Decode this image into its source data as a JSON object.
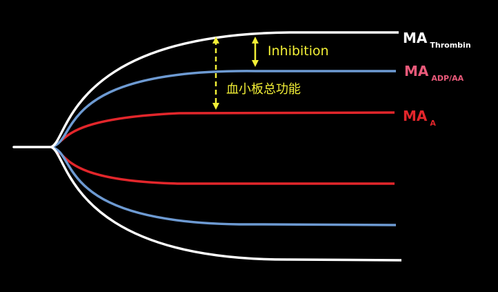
{
  "labels": {
    "thrombin": {
      "main": "MA",
      "sub": "Thrombin"
    },
    "adp_aa": {
      "main": "MA",
      "sub": "ADP/AA"
    },
    "a": {
      "main": "MA",
      "sub": "A"
    }
  },
  "annotations": {
    "inhibition": "Inhibition",
    "total_platelet_function": "血小板总功能"
  },
  "colors": {
    "background": "#000000",
    "thrombin_curve": "#ffffff",
    "adp_curve": "#6d9ad2",
    "a_curve": "#e2262b",
    "thrombin_label": "#ffffff",
    "adp_label": "#ea5a7a",
    "a_label": "#e2262b",
    "arrow": "#f2ef36",
    "annotation_text": "#f2ef36"
  },
  "icons": {
    "inhibition_arrow": "double-headed-arrow",
    "total_function_arrow": "dashed-double-headed-arrow"
  }
}
